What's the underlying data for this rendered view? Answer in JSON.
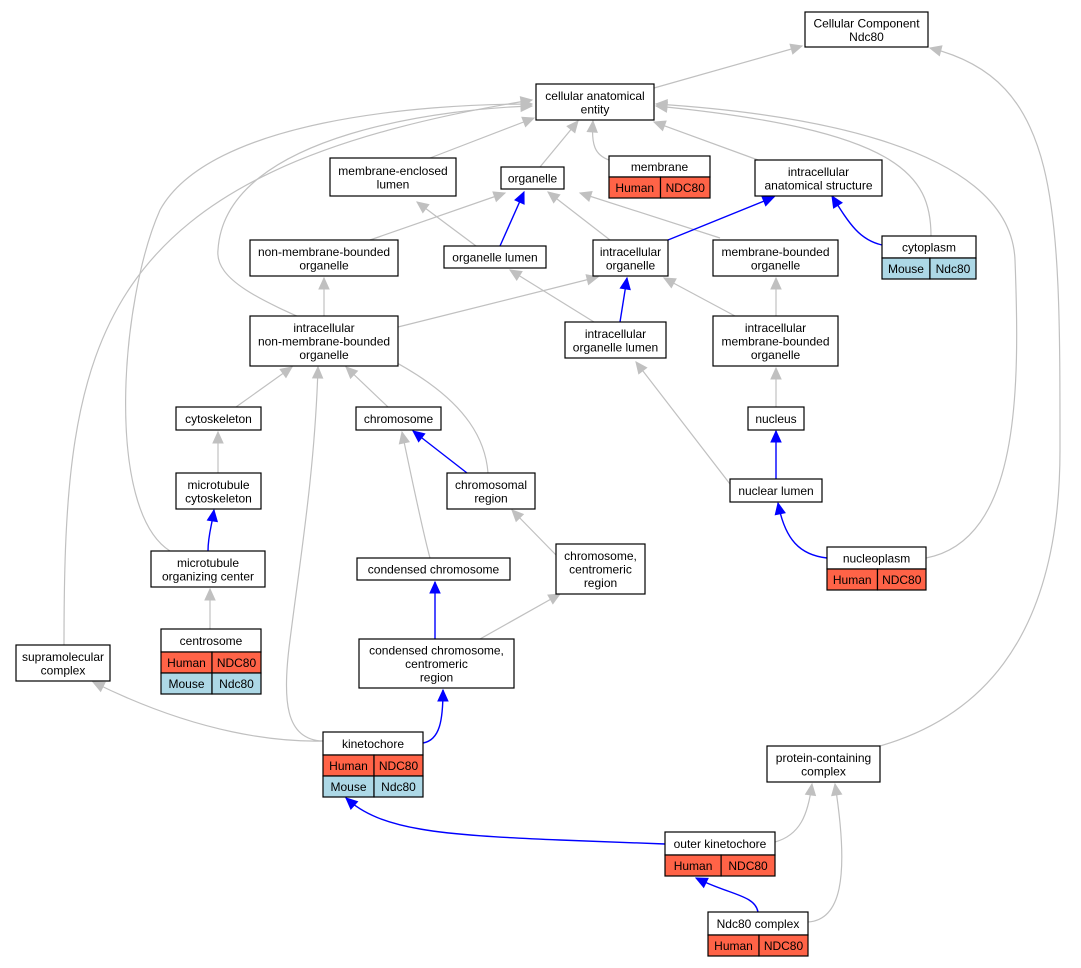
{
  "colors": {
    "human": "#ff6347",
    "mouse": "#add8e6",
    "is_a_edge": "#c0c0c0",
    "part_of_edge": "#0000ff"
  },
  "nodes": {
    "root": [
      "Cellular Component",
      "Ndc80"
    ],
    "cae": [
      "cellular anatomical",
      "entity"
    ],
    "mel": [
      "membrane-enclosed",
      "lumen"
    ],
    "organelle": [
      "organelle"
    ],
    "membrane": [
      "membrane"
    ],
    "ias": [
      "intracellular",
      "anatomical structure"
    ],
    "nmbo": [
      "non-membrane-bounded",
      "organelle"
    ],
    "olumen": [
      "organelle lumen"
    ],
    "io": [
      "intracellular",
      "organelle"
    ],
    "mbo": [
      "membrane-bounded",
      "organelle"
    ],
    "cytoplasm": [
      "cytoplasm"
    ],
    "inmbo": [
      "intracellular",
      "non-membrane-bounded",
      "organelle"
    ],
    "iol": [
      "intracellular",
      "organelle lumen"
    ],
    "imbo": [
      "intracellular",
      "membrane-bounded",
      "organelle"
    ],
    "cytoskeleton": [
      "cytoskeleton"
    ],
    "chromosome": [
      "chromosome"
    ],
    "nucleus": [
      "nucleus"
    ],
    "mtcyto": [
      "microtubule",
      "cytoskeleton"
    ],
    "chromreg": [
      "chromosomal",
      "region"
    ],
    "nuclumen": [
      "nuclear lumen"
    ],
    "mtoc": [
      "microtubule",
      "organizing center"
    ],
    "condchrom": [
      "condensed chromosome"
    ],
    "chromcen": [
      "chromosome,",
      "centromeric",
      "region"
    ],
    "nucleoplasm": [
      "nucleoplasm"
    ],
    "centrosome": [
      "centrosome"
    ],
    "supra": [
      "supramolecular",
      "complex"
    ],
    "ccc": [
      "condensed chromosome,",
      "centromeric",
      "region"
    ],
    "kinetochore": [
      "kinetochore"
    ],
    "pcc": [
      "protein-containing",
      "complex"
    ],
    "outerkin": [
      "outer kinetochore"
    ],
    "ndc80c": [
      "Ndc80 complex"
    ]
  },
  "annotations": {
    "membrane": [
      [
        "Human",
        "NDC80"
      ]
    ],
    "cytoplasm": [
      [
        "Mouse",
        "Ndc80"
      ]
    ],
    "nucleoplasm": [
      [
        "Human",
        "NDC80"
      ]
    ],
    "centrosome": [
      [
        "Human",
        "NDC80"
      ],
      [
        "Mouse",
        "Ndc80"
      ]
    ],
    "kinetochore": [
      [
        "Human",
        "NDC80"
      ],
      [
        "Mouse",
        "Ndc80"
      ]
    ],
    "outerkin": [
      [
        "Human",
        "NDC80"
      ]
    ],
    "ndc80c": [
      [
        "Human",
        "NDC80"
      ]
    ]
  }
}
